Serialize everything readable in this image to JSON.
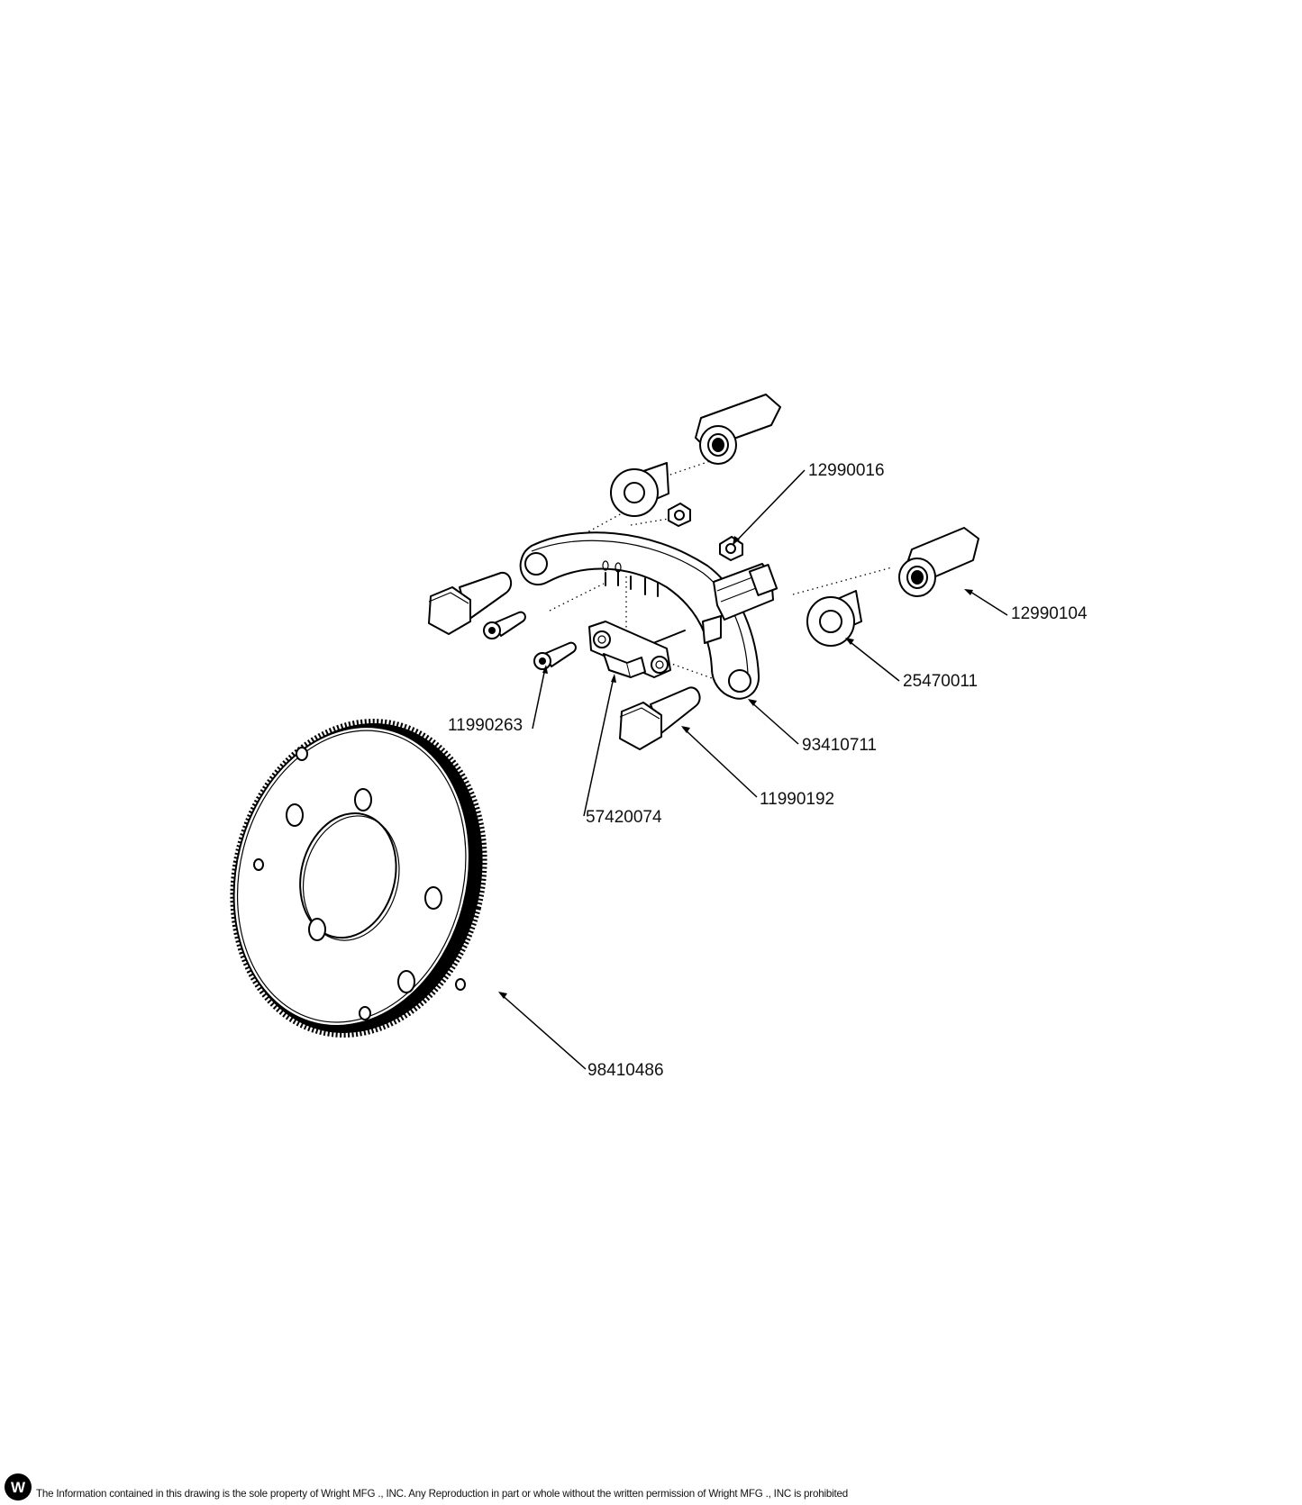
{
  "callouts": {
    "p12990016": "12990016",
    "p12990104": "12990104",
    "p25470011": "25470011",
    "p93410711": "93410711",
    "p11990263": "11990263",
    "p11990192": "11990192",
    "p57420074": "57420074",
    "p98410486": "98410486"
  },
  "footer": {
    "logo_icon": "wright-logo-icon",
    "logo_letter": "W",
    "notice": "The Information contained in this drawing is the sole property of Wright MFG ., INC. Any Reproduction in part or whole without the written permission of Wright MFG ., INC is prohibited"
  }
}
